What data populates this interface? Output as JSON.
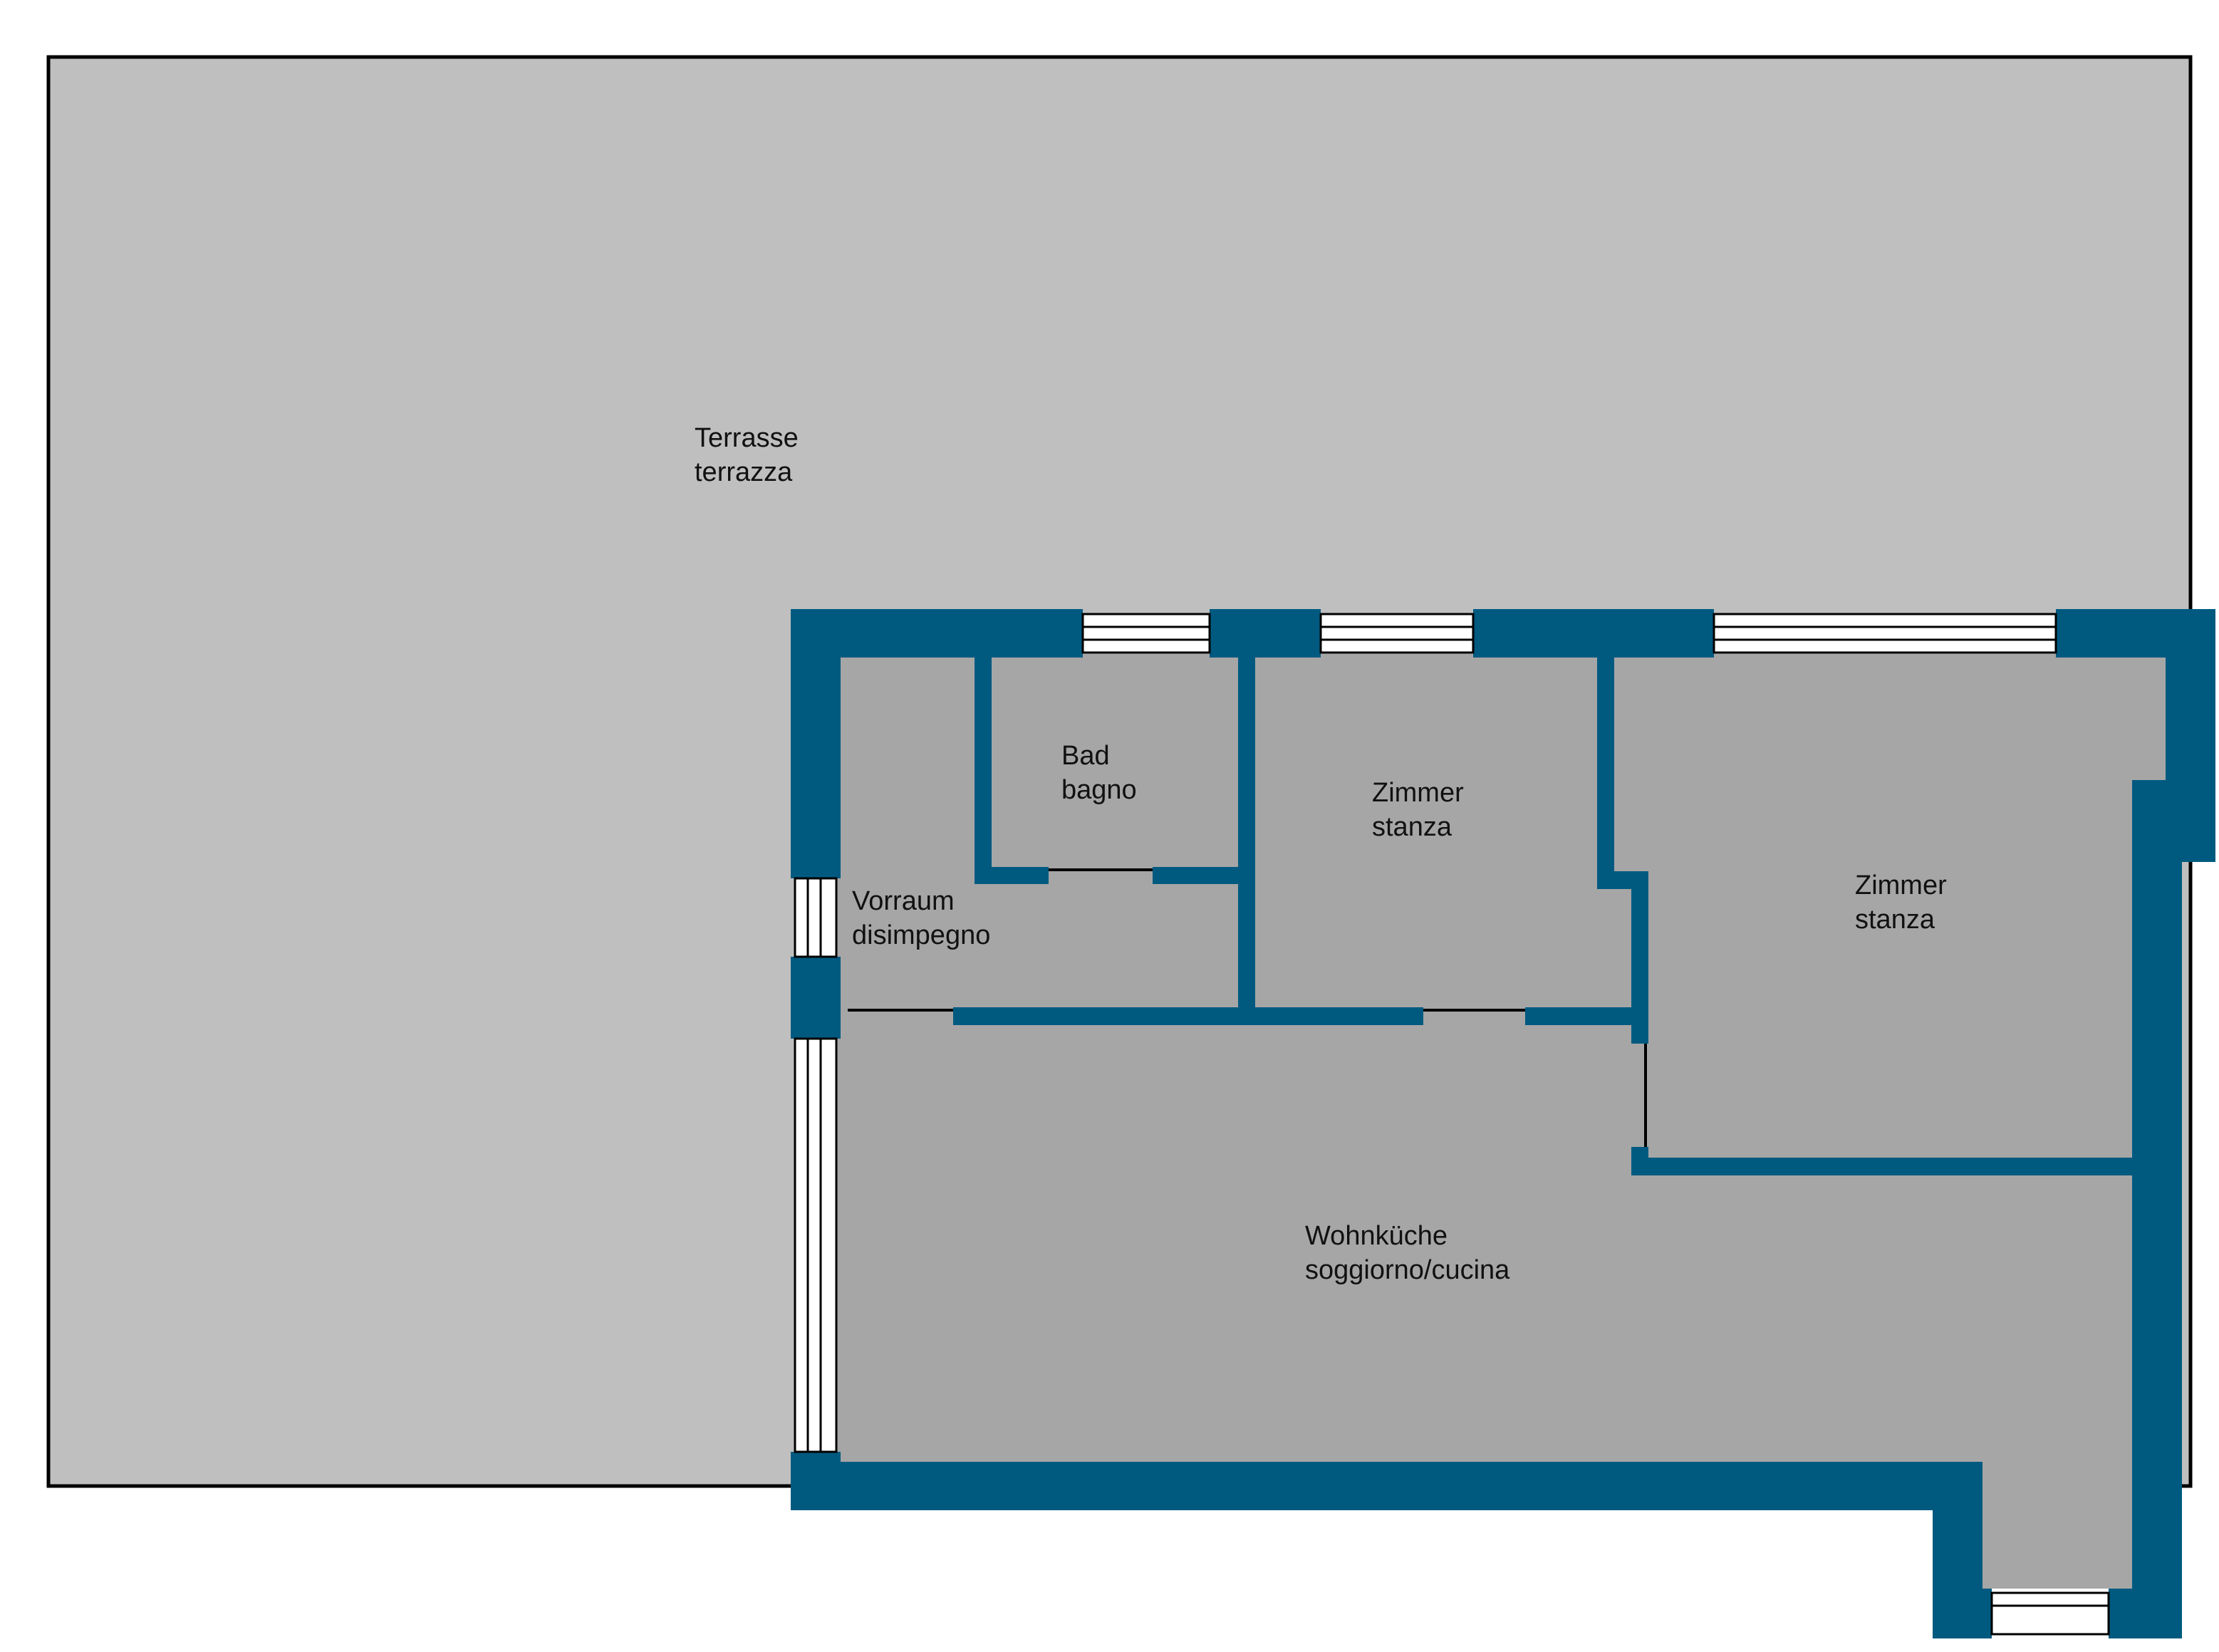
{
  "colors": {
    "terrace_fill": "#bfbfbf",
    "room_fill": "#a6a6a6",
    "wall": "#005a80",
    "outline": "#000000",
    "window_fill": "#ffffff"
  },
  "rooms": {
    "terrace": {
      "line1": "Terrasse",
      "line2": "terrazza"
    },
    "bathroom": {
      "line1": "Bad",
      "line2": "bagno"
    },
    "room1": {
      "line1": "Zimmer",
      "line2": "stanza"
    },
    "room2": {
      "line1": "Zimmer",
      "line2": "stanza"
    },
    "hall": {
      "line1": "Vorraum",
      "line2": "disimpegno"
    },
    "living": {
      "line1": "Wohnküche",
      "line2": "soggiorno/cucina"
    }
  }
}
